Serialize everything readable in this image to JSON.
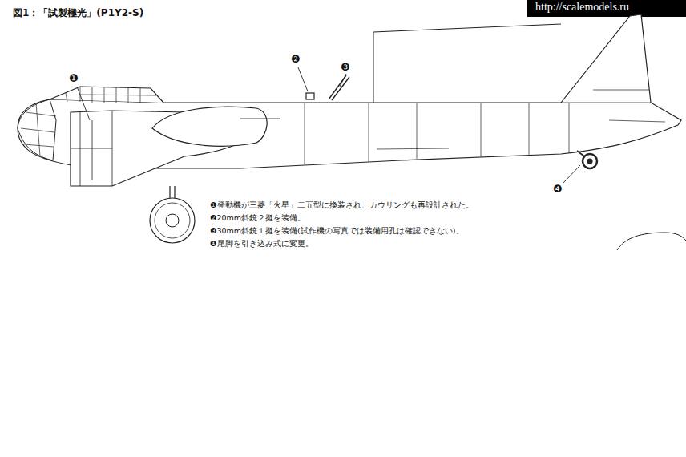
{
  "diagram": {
    "title": "図1：「試製極光」(P1Y2-S)",
    "labels": [
      "http://scalemodels.ru",
      "❶",
      "❷",
      "❸",
      "❹",
      "❶発動機が三菱「火星」二五型に換装され、カウリングも再設計された。",
      "❷20mm斜銃２挺を装備。",
      "❸30mm斜銃１挺を装備(試作機の写真では装備用孔は確認できない)。",
      "❹尾脚を引き込み式に変更。"
    ]
  }
}
